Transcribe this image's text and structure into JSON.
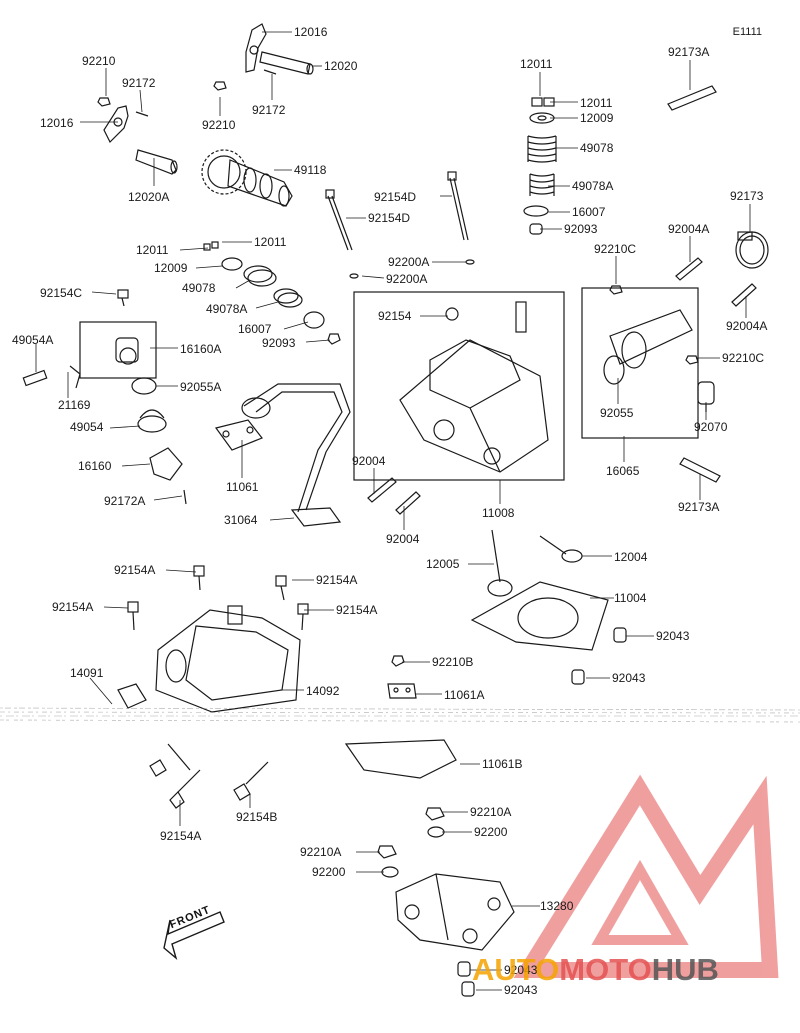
{
  "diagram_code": "E1111",
  "front_label": "FRONT",
  "watermark": {
    "part1": "AUTO",
    "part2": "MOTO",
    "part3": "HUB"
  },
  "colors": {
    "line": "#1a1a1a",
    "watermark_red": "#e55252",
    "watermark_orange": "#f5a300"
  },
  "parts": {
    "p12016_top": "12016",
    "p12020": "12020",
    "p92210_l": "92210",
    "p92172_l": "92172",
    "p12016_l": "12016",
    "p92210_m": "92210",
    "p92172_m": "92172",
    "p12020a": "12020A",
    "p49118": "49118",
    "p12011_r": "12011",
    "p12011_r2": "12011",
    "p12009_r": "12009",
    "p49078_r": "49078",
    "p49078a_r": "49078A",
    "p16007_r": "16007",
    "p92093_r": "92093",
    "p92173a_top": "92173A",
    "p92173": "92173",
    "p92154d_a": "92154D",
    "p92154d_b": "92154D",
    "p12011_l": "12011",
    "p12011_l2": "12011",
    "p12009_l": "12009",
    "p92154c": "92154C",
    "p49078_l": "49078",
    "p49078a_l": "49078A",
    "p16007_l": "16007",
    "p92093_l": "92093",
    "p92200a_a": "92200A",
    "p92200a_b": "92200A",
    "p92210c_a": "92210C",
    "p92004a_a": "92004A",
    "p92004a_b": "92004A",
    "p92154": "92154",
    "p92210c_b": "92210C",
    "p49054a": "49054A",
    "p16160a": "16160A",
    "p21169": "21169",
    "p92055a": "92055A",
    "p49054": "49054",
    "p16160": "16160",
    "p92172a": "92172A",
    "p11061": "11061",
    "p31064": "31064",
    "p92004_a": "92004",
    "p92004_b": "92004",
    "p11008": "11008",
    "p92055": "92055",
    "p92070": "92070",
    "p16065": "16065",
    "p92173a_b": "92173A",
    "p12004": "12004",
    "p12005": "12005",
    "p11004": "11004",
    "p92043_a": "92043",
    "p92043_b": "92043",
    "p92154a_a": "92154A",
    "p92154a_b": "92154A",
    "p92154a_c": "92154A",
    "p92154a_d": "92154A",
    "p92154a_e": "92154A",
    "p92154b": "92154B",
    "p14091": "14091",
    "p14092": "14092",
    "p92210b": "92210B",
    "p11061a": "11061A",
    "p11061b": "11061B",
    "p92210a_a": "92210A",
    "p92200_a": "92200",
    "p92210a_b": "92210A",
    "p92200_b": "92200",
    "p13280": "13280",
    "p92043_c": "92043",
    "p92043_d": "92043"
  }
}
